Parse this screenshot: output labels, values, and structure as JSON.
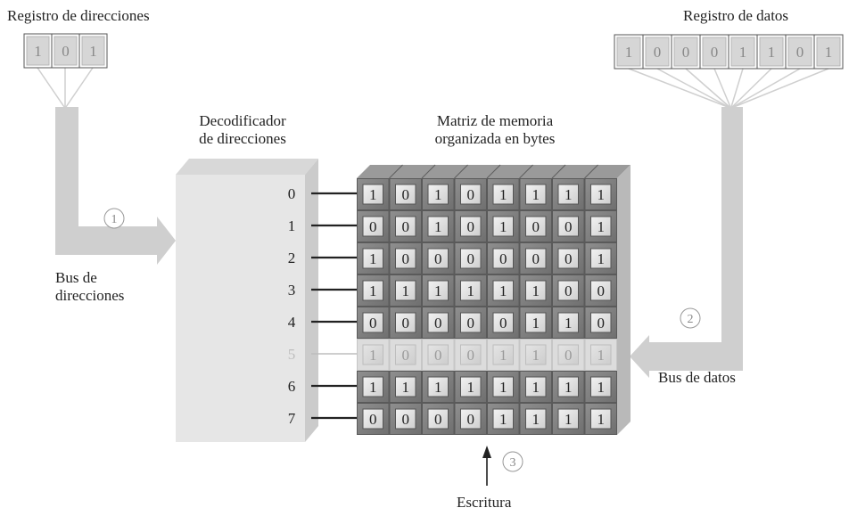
{
  "address_register": {
    "label": "Registro de direcciones",
    "bits": [
      "1",
      "0",
      "1"
    ]
  },
  "data_register": {
    "label": "Registro de datos",
    "bits": [
      "1",
      "0",
      "0",
      "0",
      "1",
      "1",
      "0",
      "1"
    ]
  },
  "decoder": {
    "label_line1": "Decodificador",
    "label_line2": "de direcciones",
    "rows": [
      "0",
      "1",
      "2",
      "3",
      "4",
      "5",
      "6",
      "7"
    ],
    "selected_row": 5
  },
  "memory": {
    "label_line1": "Matriz de memoria",
    "label_line2": "organizada en bytes",
    "cells": [
      [
        "1",
        "0",
        "1",
        "0",
        "1",
        "1",
        "1",
        "1"
      ],
      [
        "0",
        "0",
        "1",
        "0",
        "1",
        "0",
        "0",
        "1"
      ],
      [
        "1",
        "0",
        "0",
        "0",
        "0",
        "0",
        "0",
        "1"
      ],
      [
        "1",
        "1",
        "1",
        "1",
        "1",
        "1",
        "0",
        "0"
      ],
      [
        "0",
        "0",
        "0",
        "0",
        "0",
        "1",
        "1",
        "0"
      ],
      [
        "1",
        "0",
        "0",
        "0",
        "1",
        "1",
        "0",
        "1"
      ],
      [
        "1",
        "1",
        "1",
        "1",
        "1",
        "1",
        "1",
        "1"
      ],
      [
        "0",
        "0",
        "0",
        "0",
        "1",
        "1",
        "1",
        "1"
      ]
    ]
  },
  "address_bus": {
    "label_line1": "Bus de",
    "label_line2": "direcciones",
    "step": "1"
  },
  "data_bus": {
    "label": "Bus de datos",
    "step": "2"
  },
  "write": {
    "label": "Escritura",
    "step": "3"
  }
}
